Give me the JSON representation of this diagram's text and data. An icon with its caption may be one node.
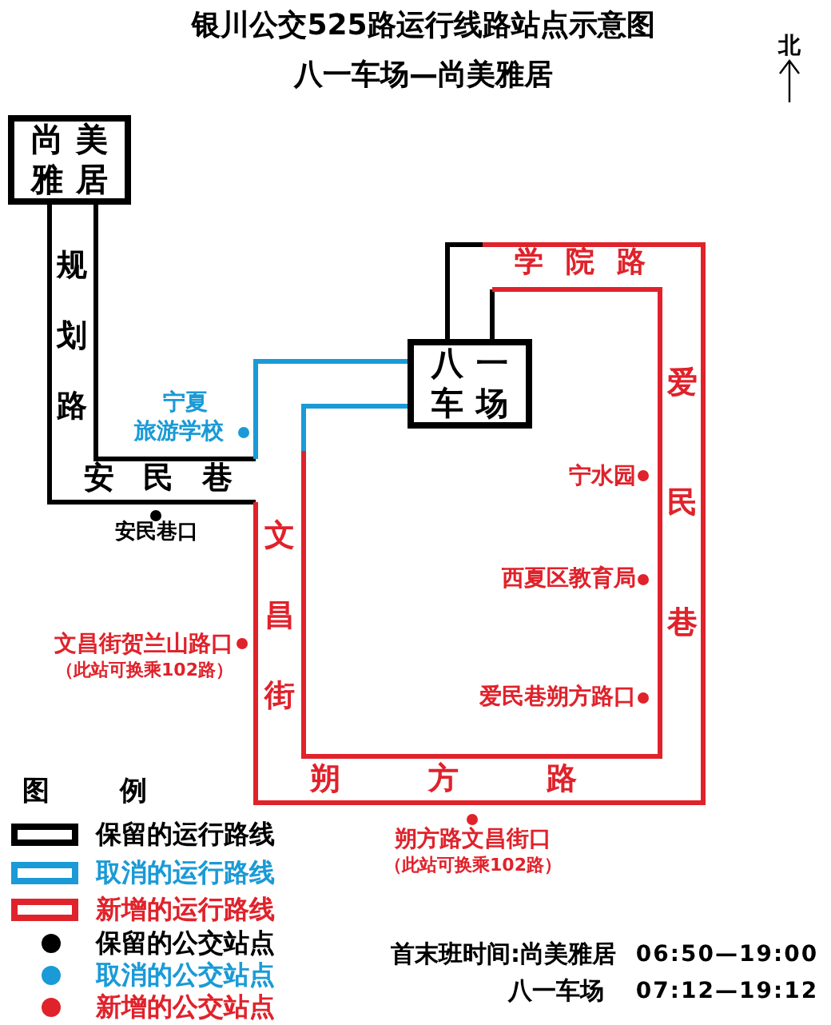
{
  "diagram": {
    "title": "银川公交525路运行线路站点示意图",
    "nodes": [
      {
        "text": [
          "尚美雅居"
        ]
      },
      {
        "text": [
          "八一车场"
        ]
      }
    ],
    "labels": [
      "八一车场—尚美雅居",
      "北",
      "规划路",
      "宁夏",
      "旅游学校",
      "安民巷",
      "安民巷口",
      "学院路",
      "爱民巷",
      "宁水园",
      "西夏区教育局",
      "文昌街",
      "文昌街贺兰山路口",
      "（此站可换乘102路）",
      "爱民巷朔方路口",
      "朔方路",
      "朔方路文昌街口",
      "（此站可换乘102路）",
      "图例",
      "首末班时间:尚美雅居",
      "06:50—19:00",
      "八一车场",
      "07:12—19:12"
    ],
    "legend": [
      {
        "text": "保留的运行路线",
        "color": "#000000"
      },
      {
        "text": "取消的运行路线",
        "color": "#1a9ad6"
      },
      {
        "text": "新增的运行路线",
        "color": "#e0222b"
      },
      {
        "text": "保留的公交站点",
        "color": "#000000"
      },
      {
        "text": "取消的公交站点",
        "color": "#1a9ad6"
      },
      {
        "text": "新增的公交站点",
        "color": "#e0222b"
      }
    ]
  }
}
